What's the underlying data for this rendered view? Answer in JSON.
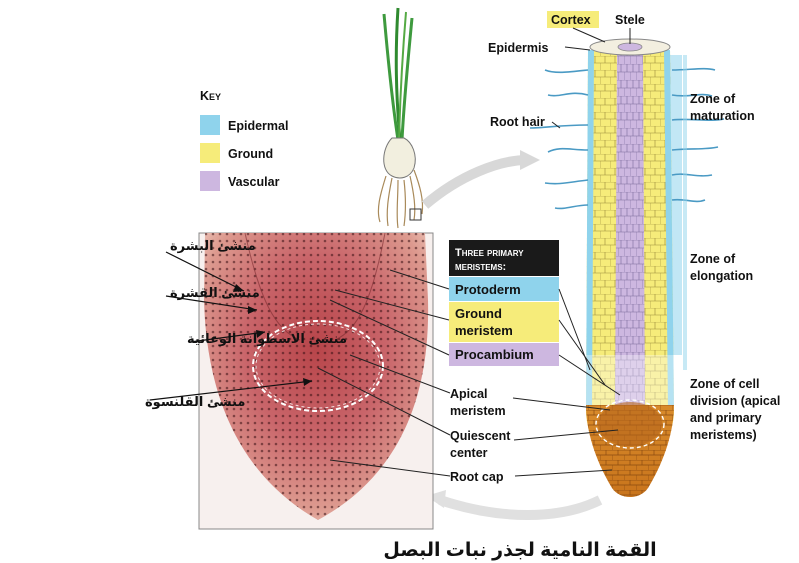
{
  "key": {
    "title": "Key",
    "items": [
      {
        "label": "Epidermal",
        "color": "#8fd3ec"
      },
      {
        "label": "Ground",
        "color": "#f6ec7a"
      },
      {
        "label": "Vascular",
        "color": "#cdb7e0"
      }
    ]
  },
  "root_labels": {
    "cortex": "Cortex",
    "stele": "Stele",
    "epidermis": "Epidermis",
    "root_hair": "Root hair"
  },
  "zones": {
    "maturation_line1": "Zone of",
    "maturation_line2": "maturation",
    "elongation_line1": "Zone of",
    "elongation_line2": "elongation",
    "division_line1": "Zone of cell",
    "division_line2": "division (apical",
    "division_line3": "and primary",
    "division_line4": "meristems)"
  },
  "meristems": {
    "header_line1": "Three primary",
    "header_line2": "meristems:",
    "protoderm": "Protoderm",
    "ground_line1": "Ground",
    "ground_line2": "meristem",
    "procambium": "Procambium"
  },
  "tip_labels": {
    "apical_line1": "Apical",
    "apical_line2": "meristem",
    "quiescent_line1": "Quiescent",
    "quiescent_line2": "center",
    "root_cap": "Root cap"
  },
  "arabic_labels": {
    "epidermis_initial": "منشئ البشرة",
    "cortex_initial": "منشئ القشرة",
    "stele_initial": "منشئ الاسطوانة الوعائية",
    "cap_initial": "منشئ القلنسوة"
  },
  "caption": "القمة النامية لجذر نبات البصل"
}
